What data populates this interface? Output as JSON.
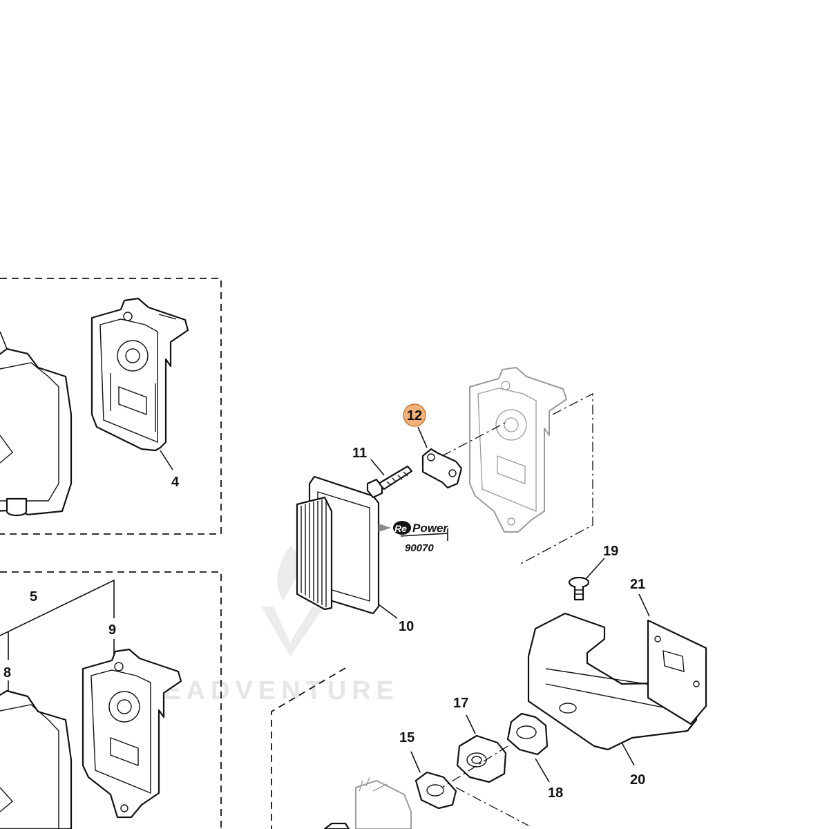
{
  "diagram": {
    "callouts": [
      "4",
      "5",
      "8",
      "9",
      "10",
      "11",
      "12",
      "15",
      "17",
      "18",
      "19",
      "20",
      "21"
    ],
    "highlighted_callout": "12",
    "highlight_color": "#f2b07a",
    "highlight_stroke": "#c97a3a",
    "repower_badge": {
      "logo_prefix": "Re",
      "logo_text": "Power",
      "part_number": "90070"
    },
    "watermark": "LEADVENTURE"
  }
}
